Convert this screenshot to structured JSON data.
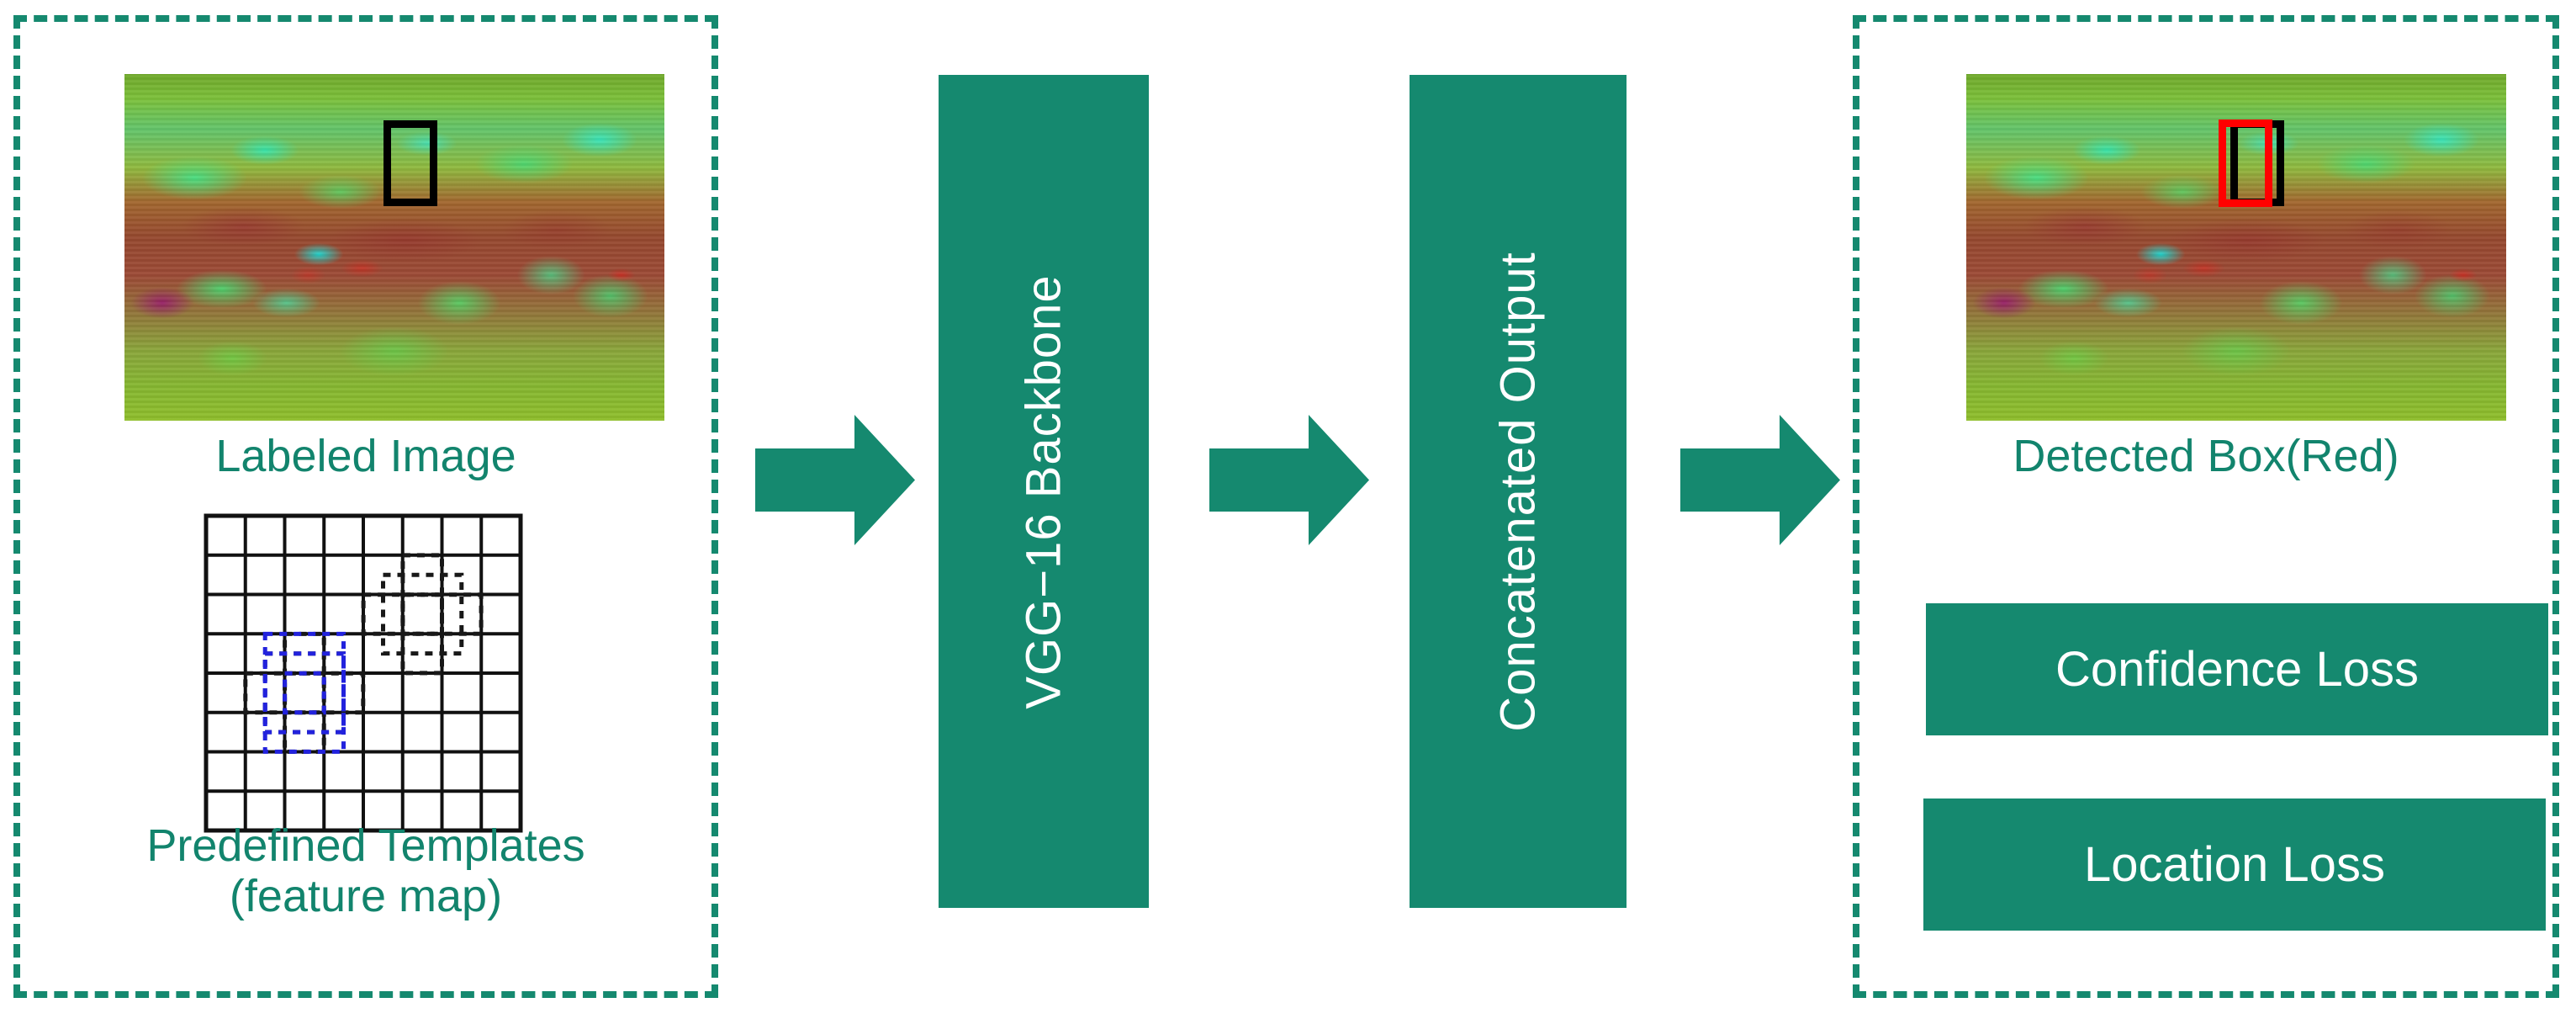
{
  "theme": {
    "accent_teal": "#15896F",
    "caption_teal": "#12846D",
    "ground_truth_box": "#000000",
    "detected_box": "#FF0000",
    "anchor_box_black": "#222222",
    "anchor_box_blue": "#2222DD",
    "background": "#FFFFFF"
  },
  "diagram": {
    "title": "SSD-style object detection pipeline",
    "type": "flow-diagram",
    "flow_order": [
      "input-group",
      "vgg-16-backbone",
      "concatenated-output",
      "output-group"
    ]
  },
  "input_group": {
    "labeled_image": {
      "caption": "Labeled Image",
      "icon": "satellite-image",
      "annotation_box_color_name": "black"
    },
    "templates": {
      "caption": "Predefined Templates\n(feature map)",
      "caption_line1": "Predefined Templates",
      "caption_line2": "(feature map)",
      "grid_rows": 8,
      "grid_cols": 8,
      "anchor_sets": [
        {
          "center_cell": [
            5,
            2
          ],
          "color_name": "blue",
          "boxes": 3
        },
        {
          "center_cell": [
            2,
            5
          ],
          "color_name": "black",
          "boxes": 3
        }
      ]
    }
  },
  "blocks": {
    "backbone_label": "VGG−16  Backbone",
    "concat_label": "Concatenated Output"
  },
  "arrows": {
    "arrow_1_name": "arrow-input-to-backbone",
    "arrow_2_name": "arrow-backbone-to-concat",
    "arrow_3_name": "arrow-concat-to-output",
    "direction": "right",
    "count": 3
  },
  "output_group": {
    "detected_caption": "Detected Box(Red)",
    "losses": [
      {
        "label": "Confidence Loss"
      },
      {
        "label": "Location Loss"
      }
    ]
  }
}
